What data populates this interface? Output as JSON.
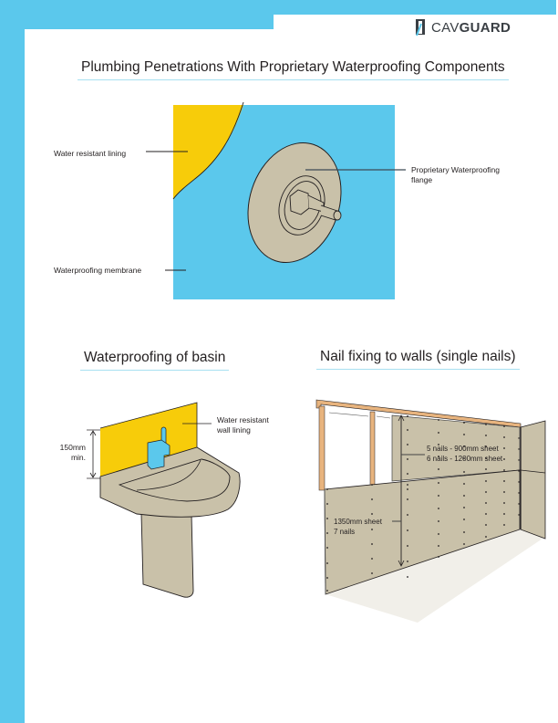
{
  "brand": {
    "name_light": "CAV",
    "name_bold": "GUARD",
    "icon": "cavguard-logo-icon"
  },
  "colors": {
    "frame_blue": "#5bc8ec",
    "membrane_blue": "#5bc8ec",
    "lining_yellow": "#f7cc0a",
    "flange_beige": "#c9c1a9",
    "board_beige": "#c9c1a9",
    "timber": "#e8b47e",
    "underline": "#a7e0f1",
    "floor_shadow": "#f1efe9"
  },
  "section1": {
    "title": "Plumbing Penetrations With Proprietary Waterproofing Components",
    "labels": {
      "water_resistant_lining": "Water resistant lining",
      "waterproofing_membrane": "Waterproofing membrane",
      "flange_line1": "Proprietary Waterproofing",
      "flange_line2": "flange"
    }
  },
  "section2": {
    "title": "Waterproofing of basin",
    "labels": {
      "height_line1": "150mm",
      "height_line2": "min.",
      "lining_line1": "Water resistant",
      "lining_line2": "wall lining"
    }
  },
  "section3": {
    "title": "Nail fixing to walls (single nails)",
    "labels": {
      "upper_line1": "5 nails - 900mm sheet",
      "upper_line2": "6 nails - 1200mm sheet",
      "lower_line1": "1350mm sheet",
      "lower_line2": "7 nails"
    }
  }
}
